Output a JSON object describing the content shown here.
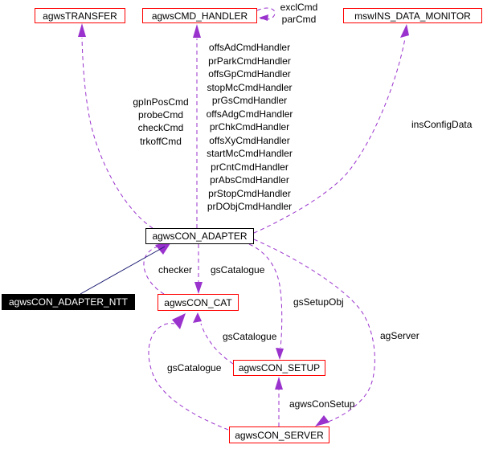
{
  "diagram": {
    "title": "collaboration-graph",
    "colors": {
      "background": "#ffffff",
      "node_border_red": "#ff0000",
      "node_border_black": "#000000",
      "current_node_bg": "#000000",
      "current_node_text": "#ffffff",
      "edge_member_purple": "#9a32cd",
      "edge_inheritance_navy": "#191970",
      "label_text": "#000000"
    },
    "nodes": {
      "transfer": {
        "label": "agwsTRANSFER"
      },
      "cmd_handler": {
        "label": "agwsCMD_HANDLER"
      },
      "data_monitor": {
        "label": "mswINS_DATA_MONITOR"
      },
      "adapter": {
        "label": "agwsCON_ADAPTER"
      },
      "adapter_ntt": {
        "label": "agwsCON_ADAPTER_NTT"
      },
      "cat": {
        "label": "agwsCON_CAT"
      },
      "setup": {
        "label": "agwsCON_SETUP"
      },
      "server": {
        "label": "agwsCON_SERVER"
      }
    },
    "edge_labels": {
      "self_loop": [
        "exclCmd",
        "parCmd"
      ],
      "transfer_cmds": [
        "gpInPosCmd",
        "probeCmd",
        "checkCmd",
        "trkoffCmd"
      ],
      "handler_cmds": [
        "offsAdCmdHandler",
        "prParkCmdHandler",
        "offsGpCmdHandler",
        "stopMcCmdHandler",
        "prGsCmdHandler",
        "offsAdgCmdHandler",
        "prChkCmdHandler",
        "offsXyCmdHandler",
        "startMcCmdHandler",
        "prCntCmdHandler",
        "prAbsCmdHandler",
        "prStopCmdHandler",
        "prDObjCmdHandler"
      ],
      "ins_config": "insConfigData",
      "checker": "checker",
      "gs_catalogue_adapter": "gsCatalogue",
      "gs_catalogue_setup": "gsCatalogue",
      "gs_catalogue_server": "gsCatalogue",
      "gs_setup_obj": "gsSetupObj",
      "ag_server": "agServer",
      "agws_con_setup": "agwsConSetup"
    }
  }
}
